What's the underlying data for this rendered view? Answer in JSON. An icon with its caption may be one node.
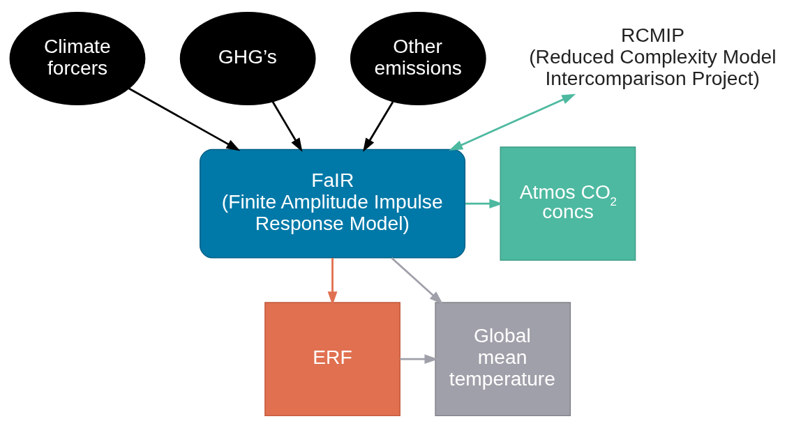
{
  "diagram": {
    "nodes": [
      {
        "text": [
          "Climate forcers"
        ]
      },
      {
        "text": [
          "GHG’s"
        ]
      },
      {
        "text": [
          "Other emissions"
        ]
      },
      {
        "text": [
          "RCMIP",
          "(Reduced Complexity Model Intercomparison Project)"
        ]
      },
      {
        "text": [
          "FaIR",
          "(Finite Amplitude Impulse Response Model)"
        ]
      },
      {
        "text": [
          "Atmos CO$_{2}$ concs"
        ]
      },
      {
        "text": [
          "ERF"
        ]
      },
      {
        "text": [
          "Global mean temperature"
        ]
      }
    ],
    "edges": [
      {
        "from": 0,
        "to": 4,
        "arrow": "to"
      },
      {
        "from": 1,
        "to": 4,
        "arrow": "to"
      },
      {
        "from": 2,
        "to": 4,
        "arrow": "to"
      },
      {
        "from": 4,
        "to": 3,
        "arrow": "both",
        "color": "#4db9a0"
      },
      {
        "from": 4,
        "to": 5,
        "arrow": "to",
        "color": "#4db9a0"
      },
      {
        "from": 4,
        "to": 6,
        "arrow": "to",
        "color": "#e07050"
      },
      {
        "from": 4,
        "to": 7,
        "arrow": "to",
        "color": "#a0a0aa"
      },
      {
        "from": 6,
        "to": 7,
        "arrow": "to",
        "color": "#a0a0aa"
      }
    ]
  }
}
